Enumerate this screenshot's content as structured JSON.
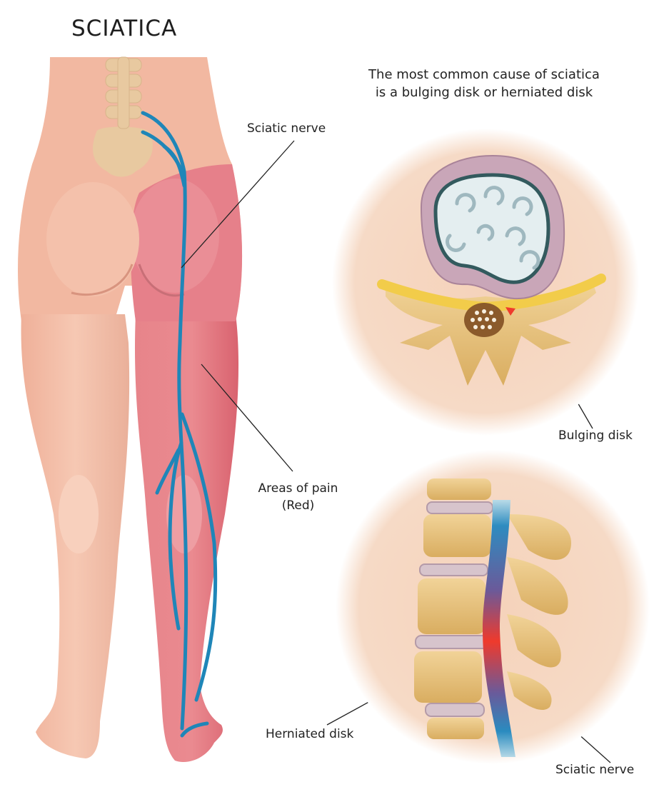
{
  "title": "SCIATICA",
  "subtitle": {
    "line1": "The most common cause of sciatica",
    "line2": "is a bulging disk or herniated disk"
  },
  "labels": {
    "sciatic_nerve_body": "Sciatic nerve",
    "areas_of_pain_line1": "Areas of pain",
    "areas_of_pain_line2": "(Red)",
    "bulging_disk": "Bulging disk",
    "herniated_disk": "Herniated disk",
    "sciatic_nerve_spine": "Sciatic nerve"
  },
  "colors": {
    "skin": "#f2b9a2",
    "skin_light": "#f8d2c0",
    "pain_red": "#e77f86",
    "nerve_blue": "#1f86b8",
    "bone": "#e6c07a",
    "disk": "#c9a9b8",
    "inset_bg": "#f5d4bd",
    "inflamed": "#ef3b2c"
  }
}
